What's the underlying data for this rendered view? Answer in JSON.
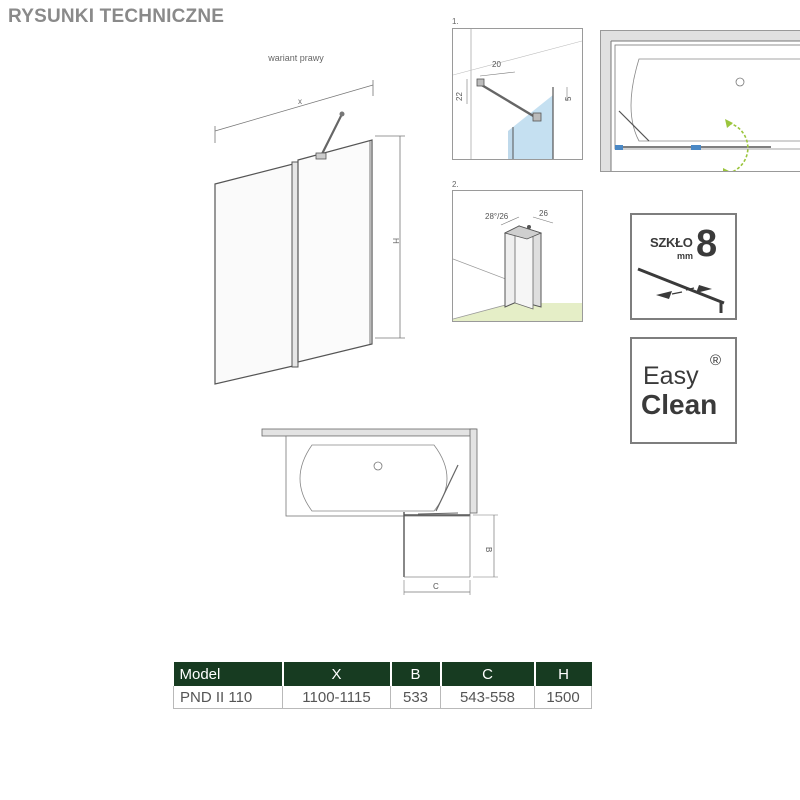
{
  "page": {
    "title": "RYSUNKI TECHNICZNE"
  },
  "main_drawing": {
    "variant_label": "wariant prawy",
    "width_label": "x",
    "height_label": "H"
  },
  "detail_1": {
    "number": "1.",
    "dim_top": "20",
    "dim_left": "22",
    "dim_right": "5"
  },
  "detail_2": {
    "number": "2.",
    "dim_left": "28°/26",
    "dim_right": "26"
  },
  "plan_view": {
    "depth_label": "B",
    "width_label": "C"
  },
  "badges": {
    "glass": {
      "word": "SZKŁO",
      "unit": "mm",
      "value": "8"
    },
    "easy_clean": {
      "line1": "Easy",
      "registered": "®",
      "line2": "Clean"
    }
  },
  "colors": {
    "table_header": "#173b21",
    "title_grey": "#8a8a8a",
    "glass_blue": "#9ecbe8",
    "floor_green": "#e5eec7",
    "arrow_green": "#9bc53d"
  },
  "icons": [
    "glass-thickness-icon",
    "rotate-arrow-icon",
    "drain-icon"
  ],
  "spec_table": {
    "headers": [
      "Model",
      "X",
      "B",
      "C",
      "H"
    ],
    "rows": [
      [
        "PND II 110",
        "1100-1115",
        "533",
        "543-558",
        "1500"
      ]
    ]
  }
}
